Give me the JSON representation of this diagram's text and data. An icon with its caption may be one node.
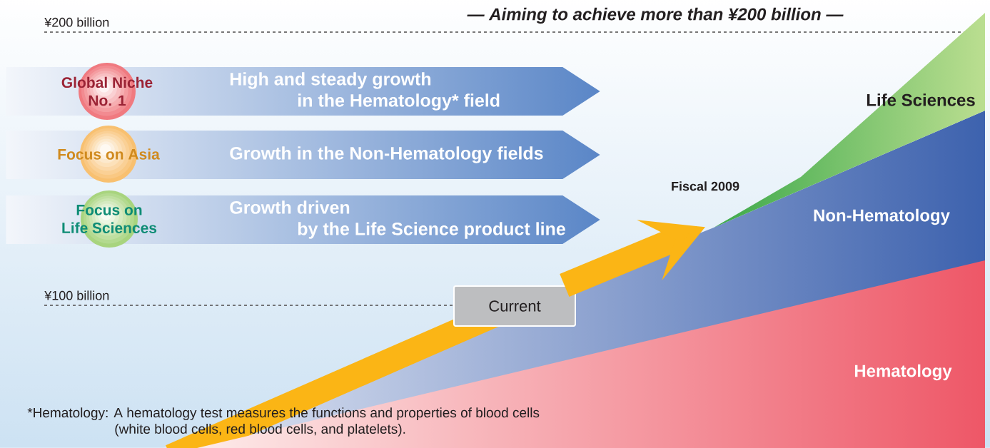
{
  "diagram": {
    "nodes": [
      {
        "text": [
          "Global Niche No. 1"
        ]
      },
      {
        "text": [
          "High and steady growth in the Hematology* field"
        ]
      },
      {
        "text": [
          "Focus on Asia"
        ]
      },
      {
        "text": [
          "Growth in the Non-Hematology fields"
        ]
      },
      {
        "text": [
          "Focus on Life Sciences"
        ]
      },
      {
        "text": [
          "Growth driven by the Life Science product line"
        ]
      },
      {
        "text": [
          "Life Sciences"
        ]
      },
      {
        "text": [
          "Fiscal 2009"
        ]
      },
      {
        "text": [
          "Non-Hematology"
        ]
      },
      {
        "text": [
          "Current"
        ]
      },
      {
        "text": [
          "Hematology"
        ]
      }
    ],
    "edges": [
      {
        "from": 9,
        "to": 7,
        "arrow": "to",
        "color": "#fbb515"
      }
    ],
    "labels": [
      "¥200 billion",
      "— Aiming to achieve more than ¥200 billion —",
      "¥100 billion",
      "*Hematology: A hematology test measures the functions and properties of blood cells (white blood cells, red blood cells, and platelets)."
    ]
  }
}
